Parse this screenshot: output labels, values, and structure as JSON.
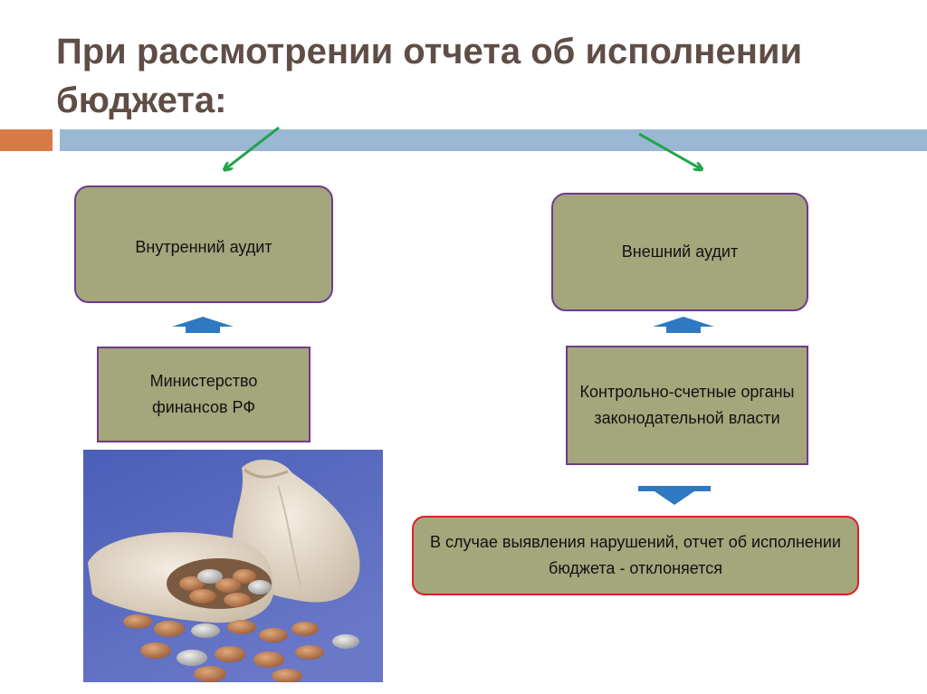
{
  "title": "При рассмотрении отчета об исполнении бюджета:",
  "boxes": {
    "internal_audit": "Внутренний аудит",
    "external_audit": "Внешний аудит",
    "ministry": "Министерство финансов РФ",
    "control_bodies": "Контрольно-счетные органы законодательной власти",
    "result": "В случае выявления нарушений, отчет об исполнении бюджета - отклоняется"
  },
  "colors": {
    "title": "#5f4e46",
    "box_fill": "#a4a67c",
    "box_border": "#6e3b8c",
    "result_border": "#d9212a",
    "accent_orange": "#d87a45",
    "accent_blue": "#9ab8d4",
    "green_arrow": "#1fa34a",
    "blue_arrow": "#2f78c2"
  },
  "image": {
    "icon": "money-bags-coins-photo"
  }
}
